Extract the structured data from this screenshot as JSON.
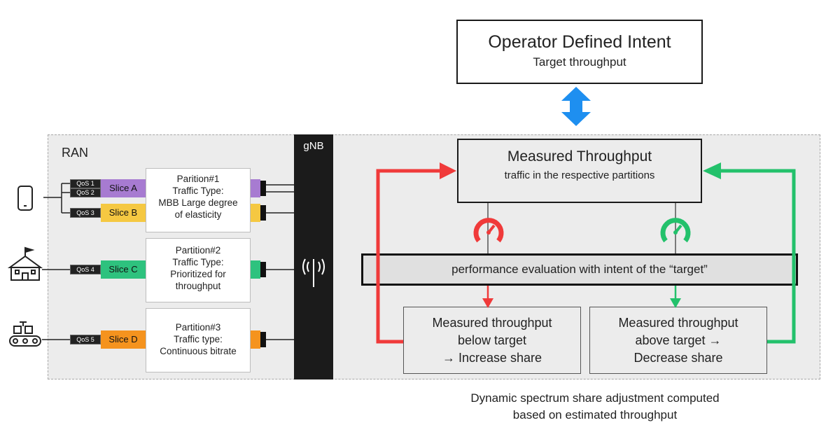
{
  "intent": {
    "title": "Operator Defined Intent",
    "subtitle": "Target throughput"
  },
  "ran": {
    "label": "RAN",
    "gnb_label": "gNB"
  },
  "measured": {
    "title": "Measured Throughput",
    "subtitle": "traffic in the respective partitions"
  },
  "performance": {
    "label": "performance evaluation with intent of the “target”"
  },
  "result_below": {
    "line1": "Measured throughput",
    "line2": "below target",
    "line3": "→ Increase share"
  },
  "result_above": {
    "line1": "Measured throughput",
    "line2": "above target →",
    "line3": "Decrease share"
  },
  "partitions": [
    {
      "title": "Parition#1",
      "line2": "Traffic Type:",
      "line3": "MBB Large degree",
      "line4": "of elasticity"
    },
    {
      "title": "Partition#2",
      "line2": "Traffic Type:",
      "line3": "Prioritized for",
      "line4": "throughput"
    },
    {
      "title": "Partition#3",
      "line2": "Traffic type:",
      "line3": "Continuous bitrate"
    }
  ],
  "slices": [
    {
      "label": "Slice A",
      "color": "#a77bd1"
    },
    {
      "label": "Slice B",
      "color": "#f5c842"
    },
    {
      "label": "Slice C",
      "color": "#2ec27e"
    },
    {
      "label": "Slice D",
      "color": "#f5931e"
    }
  ],
  "qos": [
    "QoS 1",
    "QoS 2",
    "QoS 3",
    "QoS 4",
    "QoS 5"
  ],
  "devices": [
    "smartphone-icon",
    "school-building-icon",
    "factory-conveyor-icon",
    "antenna-icon"
  ],
  "caption": {
    "line1": "Dynamic spectrum share adjustment computed",
    "line2": "based on estimated throughput"
  },
  "colors": {
    "red": "#f03a3a",
    "green": "#23c16b",
    "blue": "#1e8ff0"
  }
}
